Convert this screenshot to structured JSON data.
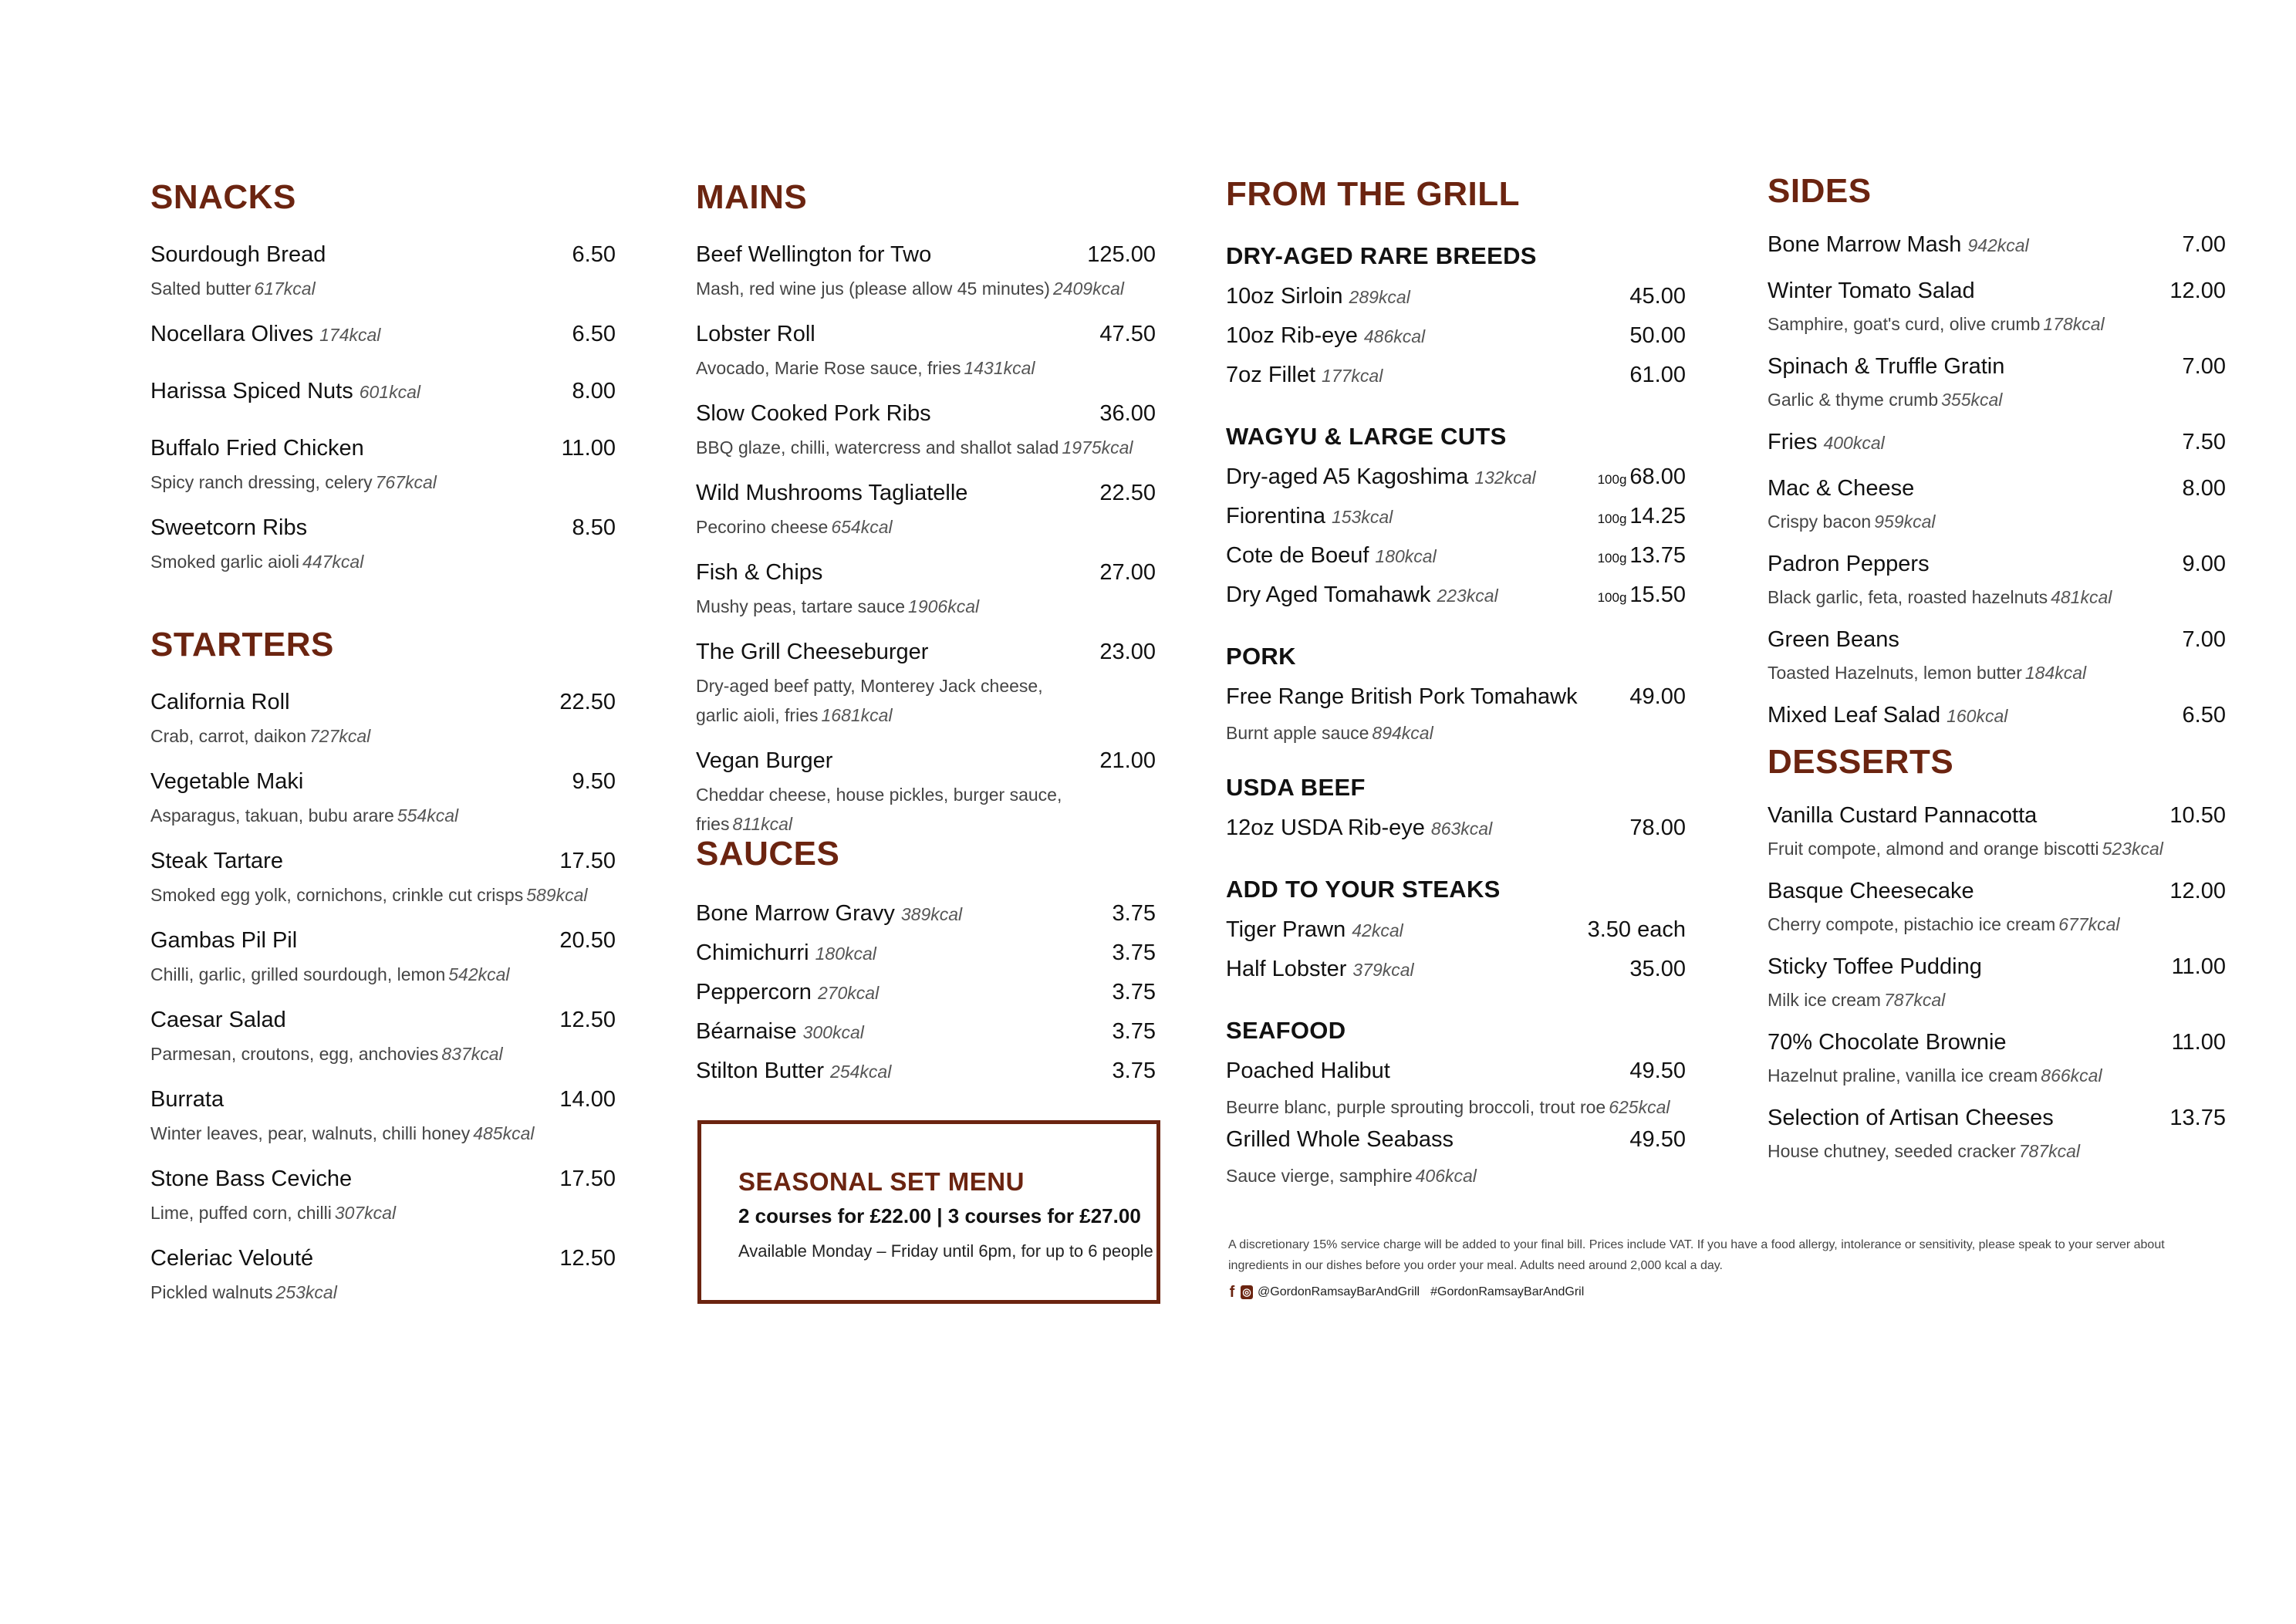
{
  "colors": {
    "accent": "#6b2410"
  },
  "columns": [
    {
      "key": "c1",
      "sections": [
        {
          "title": "SNACKS",
          "items": [
            {
              "name": "Sourdough Bread",
              "price": "6.50",
              "desc": "Salted butter",
              "kcal": "617kcal"
            },
            {
              "name": "Nocellara Olives",
              "kcal": "174kcal",
              "price": "6.50"
            },
            {
              "name": "Harissa Spiced Nuts",
              "kcal": "601kcal",
              "price": "8.00"
            },
            {
              "name": "Buffalo Fried Chicken",
              "price": "11.00",
              "desc": "Spicy ranch dressing, celery",
              "kcal": "767kcal"
            },
            {
              "name": "Sweetcorn Ribs",
              "price": "8.50",
              "desc": "Smoked garlic aioli",
              "kcal": "447kcal"
            }
          ]
        },
        {
          "title": "STARTERS",
          "items": [
            {
              "name": "California Roll",
              "price": "22.50",
              "desc": "Crab, carrot, daikon",
              "kcal": "727kcal"
            },
            {
              "name": "Vegetable Maki",
              "price": "9.50",
              "desc": "Asparagus, takuan, bubu arare",
              "kcal": "554kcal"
            },
            {
              "name": "Steak Tartare",
              "price": "17.50",
              "desc": "Smoked egg yolk, cornichons, crinkle cut crisps",
              "kcal": "589kcal"
            },
            {
              "name": "Gambas Pil Pil",
              "price": "20.50",
              "desc": "Chilli, garlic, grilled sourdough, lemon",
              "kcal": "542kcal"
            },
            {
              "name": "Caesar Salad",
              "price": "12.50",
              "desc": "Parmesan, croutons, egg, anchovies",
              "kcal": "837kcal"
            },
            {
              "name": "Burrata",
              "price": "14.00",
              "desc": "Winter leaves, pear, walnuts, chilli honey",
              "kcal": "485kcal"
            },
            {
              "name": "Stone Bass Ceviche",
              "price": "17.50",
              "desc": "Lime, puffed corn, chilli",
              "kcal": "307kcal"
            },
            {
              "name": "Celeriac Velouté",
              "price": "12.50",
              "desc": "Pickled walnuts",
              "kcal": "253kcal"
            }
          ]
        }
      ]
    },
    {
      "key": "c2",
      "sections": [
        {
          "title": "MAINS",
          "items": [
            {
              "name": "Beef Wellington for Two",
              "price": "125.00",
              "desc": "Mash, red wine jus (please allow 45 minutes)",
              "kcal": "2409kcal"
            },
            {
              "name": "Lobster Roll",
              "price": "47.50",
              "desc": "Avocado, Marie Rose sauce, fries",
              "kcal": "1431kcal"
            },
            {
              "name": "Slow Cooked Pork Ribs",
              "price": "36.00",
              "desc": "BBQ glaze, chilli, watercress and shallot salad",
              "kcal": "1975kcal"
            },
            {
              "name": "Wild Mushrooms Tagliatelle",
              "price": "22.50",
              "desc": "Pecorino cheese",
              "kcal": "654kcal"
            },
            {
              "name": "Fish & Chips",
              "price": "27.00",
              "desc": "Mushy peas, tartare sauce",
              "kcal": "1906kcal"
            },
            {
              "name": "The Grill Cheeseburger",
              "price": "23.00",
              "desc": "Dry-aged beef patty, Monterey Jack cheese,\ngarlic aioli, fries",
              "kcal": "1681kcal"
            },
            {
              "name": "Vegan Burger",
              "price": "21.00",
              "desc": "Cheddar cheese, house pickles, burger sauce,\nfries",
              "kcal": "811kcal"
            }
          ]
        },
        {
          "title": "SAUCES",
          "items": [
            {
              "name": "Bone Marrow Gravy",
              "kcal": "389kcal",
              "price": "3.75"
            },
            {
              "name": "Chimichurri",
              "kcal": "180kcal",
              "price": "3.75"
            },
            {
              "name": "Peppercorn",
              "kcal": "270kcal",
              "price": "3.75"
            },
            {
              "name": "Béarnaise",
              "kcal": "300kcal",
              "price": "3.75"
            },
            {
              "name": "Stilton Butter",
              "kcal": "254kcal",
              "price": "3.75"
            }
          ]
        }
      ]
    },
    {
      "key": "c3",
      "sections": [
        {
          "title": "FROM THE GRILL",
          "subs": [
            {
              "title": "DRY-AGED RARE BREEDS",
              "items": [
                {
                  "name": "10oz Sirloin",
                  "kcal": "289kcal",
                  "price": "45.00"
                },
                {
                  "name": "10oz Rib-eye",
                  "kcal": "486kcal",
                  "price": "50.00"
                },
                {
                  "name": "7oz Fillet",
                  "kcal": "177kcal",
                  "price": "61.00"
                }
              ]
            },
            {
              "title": "WAGYU & LARGE CUTS",
              "items": [
                {
                  "name": "Dry-aged A5 Kagoshima",
                  "kcal": "132kcal",
                  "unit": "100g",
                  "price": "68.00"
                },
                {
                  "name": "Fiorentina",
                  "kcal": "153kcal",
                  "unit": "100g",
                  "price": "14.25"
                },
                {
                  "name": "Cote de Boeuf",
                  "kcal": "180kcal",
                  "unit": "100g",
                  "price": "13.75"
                },
                {
                  "name": "Dry Aged Tomahawk",
                  "kcal": "223kcal",
                  "unit": "100g",
                  "price": "15.50"
                }
              ]
            },
            {
              "title": "PORK",
              "items": [
                {
                  "name": "Free Range British Pork Tomahawk",
                  "price": "49.00",
                  "desc": "Burnt apple sauce",
                  "kcal": "894kcal"
                }
              ]
            },
            {
              "title": "USDA BEEF",
              "items": [
                {
                  "name": "12oz USDA Rib-eye",
                  "kcal": "863kcal",
                  "price": "78.00"
                }
              ]
            },
            {
              "title": "ADD TO YOUR STEAKS",
              "items": [
                {
                  "name": "Tiger Prawn",
                  "kcal": "42kcal",
                  "price": "3.50 each"
                },
                {
                  "name": "Half Lobster",
                  "kcal": "379kcal",
                  "price": "35.00"
                }
              ]
            },
            {
              "title": "SEAFOOD",
              "items": [
                {
                  "name": "Poached Halibut",
                  "price": "49.50",
                  "desc": "Beurre blanc, purple sprouting broccoli, trout roe",
                  "kcal": "625kcal"
                },
                {
                  "name": "Grilled Whole Seabass",
                  "price": "49.50",
                  "desc": "Sauce vierge, samphire",
                  "kcal": "406kcal"
                }
              ]
            }
          ]
        }
      ]
    },
    {
      "key": "c4",
      "sections": [
        {
          "title": "SIDES",
          "items": [
            {
              "name": "Bone Marrow Mash",
              "kcal": "942kcal",
              "price": "7.00"
            },
            {
              "name": "Winter Tomato Salad",
              "price": "12.00",
              "desc": "Samphire, goat's curd, olive crumb",
              "kcal": "178kcal"
            },
            {
              "name": "Spinach & Truffle Gratin",
              "price": "7.00",
              "desc": "Garlic & thyme crumb",
              "kcal": "355kcal"
            },
            {
              "name": "Fries",
              "kcal": "400kcal",
              "price": "7.50"
            },
            {
              "name": "Mac & Cheese",
              "price": "8.00",
              "desc": "Crispy bacon",
              "kcal": "959kcal"
            },
            {
              "name": "Padron Peppers",
              "price": "9.00",
              "desc": "Black garlic, feta, roasted hazelnuts",
              "kcal": "481kcal"
            },
            {
              "name": "Green Beans",
              "price": "7.00",
              "desc": "Toasted Hazelnuts, lemon butter",
              "kcal": "184kcal"
            },
            {
              "name": "Mixed Leaf Salad",
              "kcal": "160kcal",
              "price": "6.50"
            }
          ]
        },
        {
          "title": "DESSERTS",
          "items": [
            {
              "name": "Vanilla Custard Pannacotta",
              "price": "10.50",
              "desc": "Fruit compote, almond and orange biscotti",
              "kcal": "523kcal"
            },
            {
              "name": "Basque Cheesecake",
              "price": "12.00",
              "desc": "Cherry compote, pistachio ice cream",
              "kcal": "677kcal"
            },
            {
              "name": "Sticky Toffee Pudding",
              "price": "11.00",
              "desc": "Milk ice cream",
              "kcal": "787kcal"
            },
            {
              "name": "70% Chocolate Brownie",
              "price": "11.00",
              "desc": "Hazelnut praline, vanilla ice cream",
              "kcal": "866kcal"
            },
            {
              "name": "Selection of Artisan Cheeses",
              "price": "13.75",
              "desc": "House chutney, seeded cracker",
              "kcal": "787kcal"
            }
          ]
        }
      ]
    }
  ],
  "seasonal": {
    "title": "SEASONAL SET MENU",
    "prices": "2 courses for £22.00 | 3 courses for £27.00",
    "availability": "Available Monday – Friday until 6pm, for up to 6 people"
  },
  "footer": {
    "notice": "A discretionary 15% service charge will be added to your final bill. Prices include VAT. If you have a food allergy, intolerance or sensitivity, please speak to your server about ingredients in our dishes before you order your meal. Adults need around 2,000 kcal a day.",
    "handle": "@GordonRamsayBarAndGrill",
    "hashtag": "#GordonRamsayBarAndGril",
    "icons": [
      "facebook-icon",
      "instagram-icon"
    ]
  }
}
